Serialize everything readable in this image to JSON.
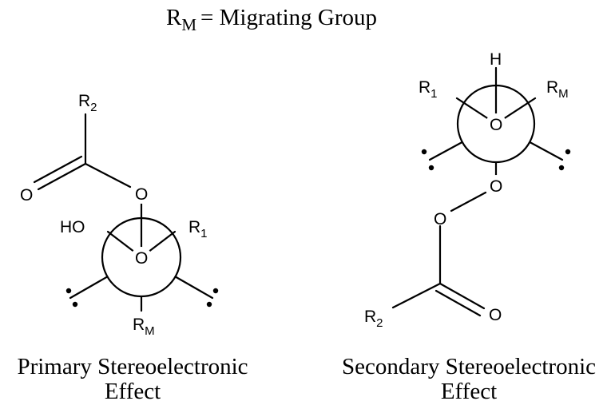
{
  "header": {
    "r_symbol": "R",
    "r_subscript": "M",
    "equals_text": "= Migrating Group"
  },
  "primary": {
    "caption_line1": "Primary Stereoelectronic",
    "caption_line2": "Effect",
    "atoms": {
      "r2": "R",
      "r2_sub": "2",
      "carbonyl_o": "O",
      "ester_o": "O",
      "ho": "HO",
      "r1": "R",
      "r1_sub": "1",
      "ring_o": "O",
      "rm": "R",
      "rm_sub": "M"
    }
  },
  "secondary": {
    "caption_line1": "Secondary Stereoelectronic",
    "caption_line2": "Effect",
    "atoms": {
      "h": "H",
      "r1": "R",
      "r1_sub": "1",
      "rm": "R",
      "rm_sub": "M",
      "ring_o": "O",
      "peroxide_o": "O",
      "ester_o": "O",
      "r2": "R",
      "r2_sub": "2",
      "carbonyl_o": "O"
    }
  }
}
